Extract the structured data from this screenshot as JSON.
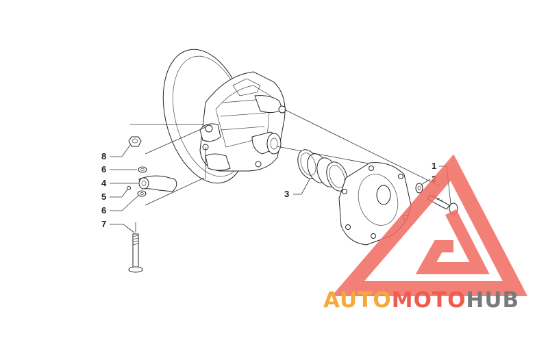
{
  "callouts": {
    "c1": "1",
    "c2": "2",
    "c3": "3",
    "c4": "4",
    "c5": "5",
    "c6a": "6",
    "c6b": "6",
    "c7": "7",
    "c8": "8"
  },
  "watermark": {
    "part1": "AUTO",
    "part2": "MOTO",
    "part3": "HUB",
    "color_orange": "#f4a93a",
    "color_red": "#f15a4e",
    "color_gray": "#7a7a7a",
    "triangle_color": "#f26b60"
  }
}
